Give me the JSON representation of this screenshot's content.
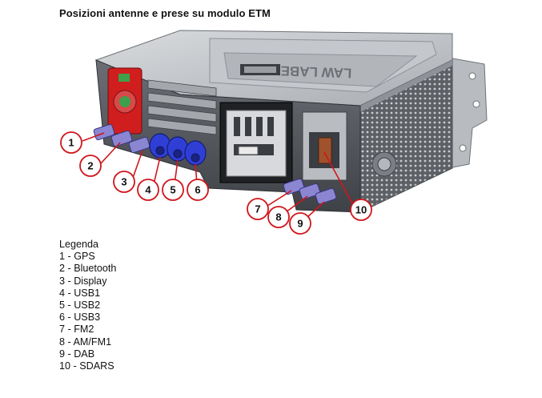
{
  "title": "Posizioni antenne e prese su modulo ETM",
  "module_label": "LAW LABEL",
  "legend": {
    "heading": "Legenda",
    "items": [
      "1 - GPS",
      "2 - Bluetooth",
      "3 - Display",
      "4 - USB1",
      "5 - USB2",
      "6 - USB3",
      "7 - FM2",
      "8 - AM/FM1",
      "9 - DAB",
      "10 - SDARS"
    ]
  },
  "callouts": [
    "1",
    "2",
    "3",
    "4",
    "5",
    "6",
    "7",
    "8",
    "9",
    "10"
  ],
  "colors": {
    "callout_ring": "#d0161b",
    "connector_blue": "#2f3fd6",
    "connector_purple": "#8a86d2",
    "housing": "#4c4f54",
    "red_panel": "#d01e1e",
    "brown_connector": "#a0522d"
  }
}
